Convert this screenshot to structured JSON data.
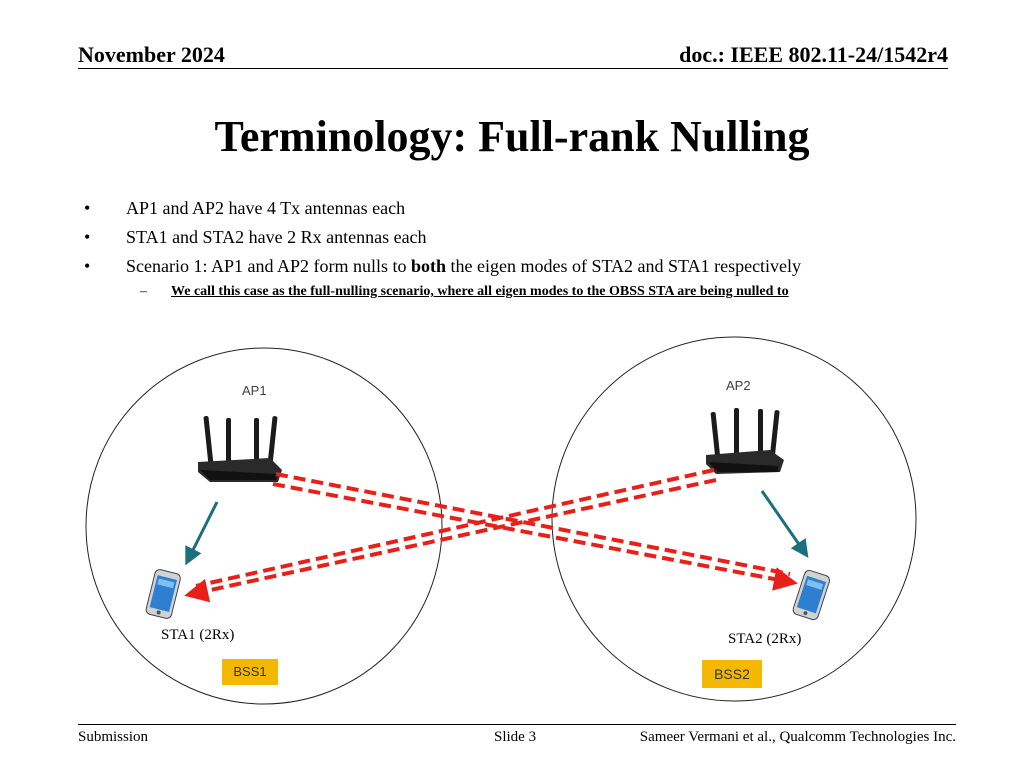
{
  "header": {
    "date": "November 2024",
    "doc": "doc.: IEEE 802.11-24/1542r4"
  },
  "title": "Terminology: Full-rank Nulling",
  "bullets": [
    "AP1 and AP2 have 4 Tx antennas each",
    "STA1 and STA2 have 2 Rx antennas each",
    {
      "before": "Scenario 1: AP1 and AP2 form nulls to ",
      "bold": "both",
      "after": " the eigen modes of STA2 and STA1 respectively"
    }
  ],
  "sub_bullet": "We call this case as the full-nulling scenario, where all eigen modes to the OBSS STA are being nulled to",
  "bullet_marker": "•",
  "sub_marker": "–",
  "diagram": {
    "ap1_label": "AP1",
    "ap2_label": "AP2",
    "sta1_label": "STA1 (2Rx)",
    "sta2_label": "STA2 (2Rx)",
    "bss1_label": "BSS1",
    "bss2_label": "BSS2",
    "colors": {
      "interference_arrow": "#e8201a",
      "link_arrow": "#1c6f7c",
      "bss_badge": "#f5b800"
    }
  },
  "footer": {
    "left": "Submission",
    "slide": "Slide 3",
    "author": "Sameer Vermani et al., Qualcomm Technologies Inc."
  }
}
